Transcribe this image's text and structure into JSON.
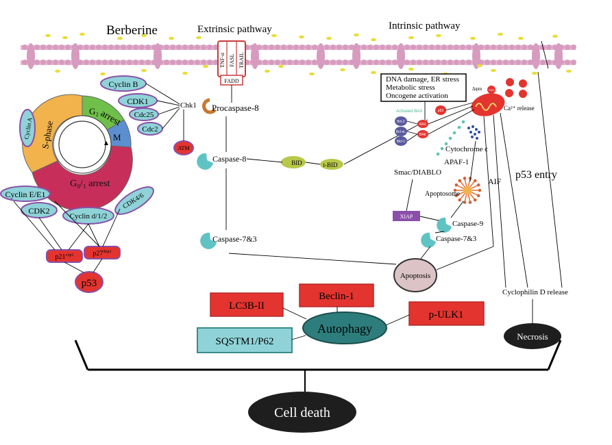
{
  "titles": {
    "berberine": "Berberine",
    "extrinsic": "Extrinsic pathway",
    "intrinsic": "Intrinsic pathway"
  },
  "receptors": {
    "tnf": "TNF-α",
    "fasl": "FASL",
    "trail": "TRAIL",
    "fadd": "FADD"
  },
  "cell_cycle": {
    "g2": "G₂",
    "g2_arrest": "arrest",
    "m": "M",
    "s_phase": "S-phase",
    "g01_arrest": "G₀/₁ arrest",
    "cyclin_b": "Cyclin B",
    "cdk1": "CDK1",
    "cdc25": "Cdc25",
    "cdc2": "Cdc2",
    "chk1": "Chk1",
    "atm": "ATM",
    "cyclin_a": "Cyclin A",
    "cyclin_e": "Cyclin E/E1",
    "cdk2": "CDK2",
    "cyclin_d": "Cyclin d/1/2",
    "cdk46": "CDK4/6",
    "p21": "p21",
    "p21_sup": "/cip1",
    "p27": "p27",
    "p27_sup": "/kip1",
    "p53": "p53"
  },
  "extrinsic": {
    "procaspase8": "Procaspase-8",
    "caspase8": "Caspase-8",
    "caspase73": "Caspase-7&3",
    "bid": "BID",
    "tbid": "t-BID"
  },
  "intrinsic": {
    "stress_lines": [
      "DNA damage, ER stress",
      "Metabolic stress",
      "Oncogene activation"
    ],
    "activated_bax": "Activated BAX",
    "bcl2": "Bcl-2",
    "bclxl": "Bcl-xL",
    "mcl1": "Mcl-1",
    "bax": "BAX",
    "bak": "BAK",
    "p53": "p53",
    "dpsi": "Δψm",
    "ros": "ROS",
    "ca_release": "Ca²⁺ release",
    "cytochrome": "Cytochrome c",
    "smac": "Smac/DIABLO",
    "apaf1": "APAF-1",
    "aif": "AIF",
    "apoptosome": "Apoptosome",
    "xiap": "XIAP",
    "caspase9": "Caspase-9",
    "caspase73": "Caspase-7&3",
    "p53_entry": "p53 entry",
    "apoptosis": "Apoptosis",
    "cyclophilin": "Cyclophilin D  release",
    "necrosis": "Necrosis"
  },
  "autophagy": {
    "center": "Autophagy",
    "lc3b": "LC3B-II",
    "beclin": "Beclin-1",
    "pulk1": "p-ULK1",
    "sqstm1": "SQSTM1/P62"
  },
  "cell_death": "Cell death",
  "colors": {
    "membrane": "#d9a8c9",
    "cyan": "#8fd3d8",
    "red": "#e3342f",
    "teal": "#2e7d7d",
    "s_phase": "#f2b24c",
    "g2": "#6fbf4a",
    "m": "#5b8fd0",
    "g1": "#c72f5a",
    "purple": "#8a4fa8"
  }
}
